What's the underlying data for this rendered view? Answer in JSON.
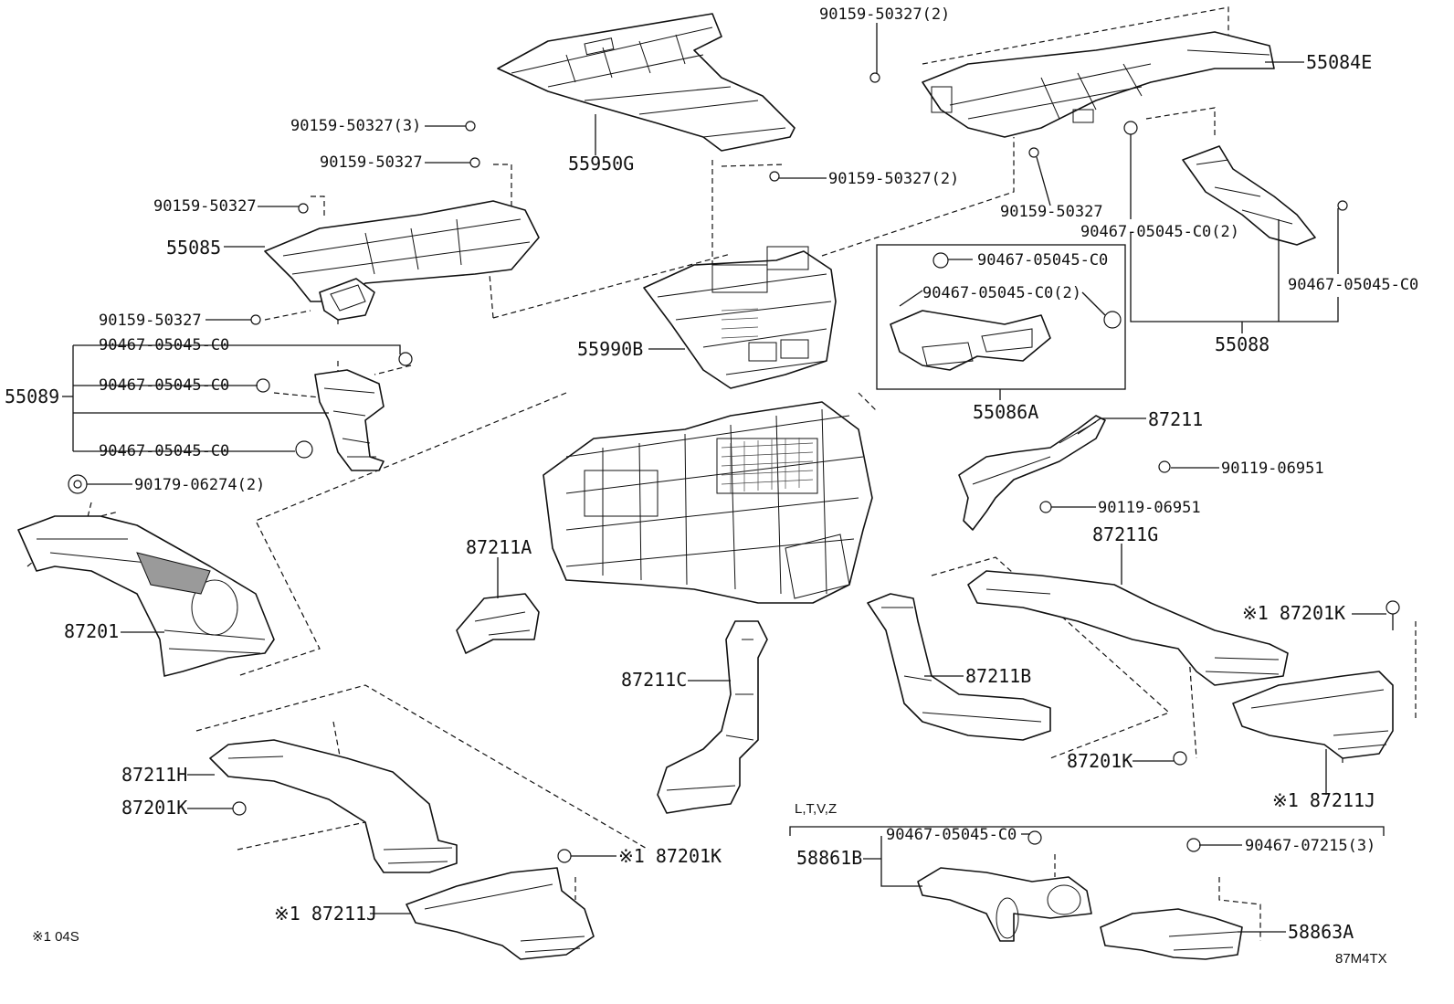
{
  "diagram_code": "87M4TX",
  "footnote": "※1 04S",
  "variant_label": "L,T,V,Z",
  "labels": {
    "p55950G": "55950G",
    "p90159_50327_3": "90159-50327(3)",
    "p90159_50327_a": "90159-50327",
    "p90159_50327_b": "90159-50327",
    "p90159_50327_c": "90159-50327",
    "p90159_50327_d": "90159-50327",
    "p90159_50327_2a": "90159-50327(2)",
    "p90159_50327_2b": "90159-50327(2)",
    "p55084E": "55084E",
    "p55085": "55085",
    "p90467_05045_C0_2a": "90467-05045-C0(2)",
    "p90467_05045_C0_2b": "90467-05045-C0(2)",
    "p90467_05045_C0_a": "90467-05045-C0",
    "p90467_05045_C0_b": "90467-05045-C0",
    "p90467_05045_C0_c": "90467-05045-C0",
    "p90467_05045_C0_d": "90467-05045-C0",
    "p90467_05045_C0_e": "90467-05045-C0",
    "p90467_05045_C0_f": "90467-05045-C0",
    "p55088": "55088",
    "p55990B": "55990B",
    "p55089": "55089",
    "p55086A": "55086A",
    "p87211": "87211",
    "p90119_06951_a": "90119-06951",
    "p90119_06951_b": "90119-06951",
    "p90179_06274_2": "90179-06274(2)",
    "p87211G": "87211G",
    "p87211A": "87211A",
    "p87201K_n1": "※1 87201K",
    "p87201": "87201",
    "p87211C": "87211C",
    "p87211B": "87211B",
    "p87211H": "87211H",
    "p87201K_a": "87201K",
    "p87201K_b": "87201K",
    "p87201K_n2": "※1 87201K",
    "p87211J_a": "※1 87211J",
    "p87211J_b": "※1 87211J",
    "p58861B": "58861B",
    "p90467_07215_3": "90467-07215(3)",
    "p58863A": "58863A"
  }
}
